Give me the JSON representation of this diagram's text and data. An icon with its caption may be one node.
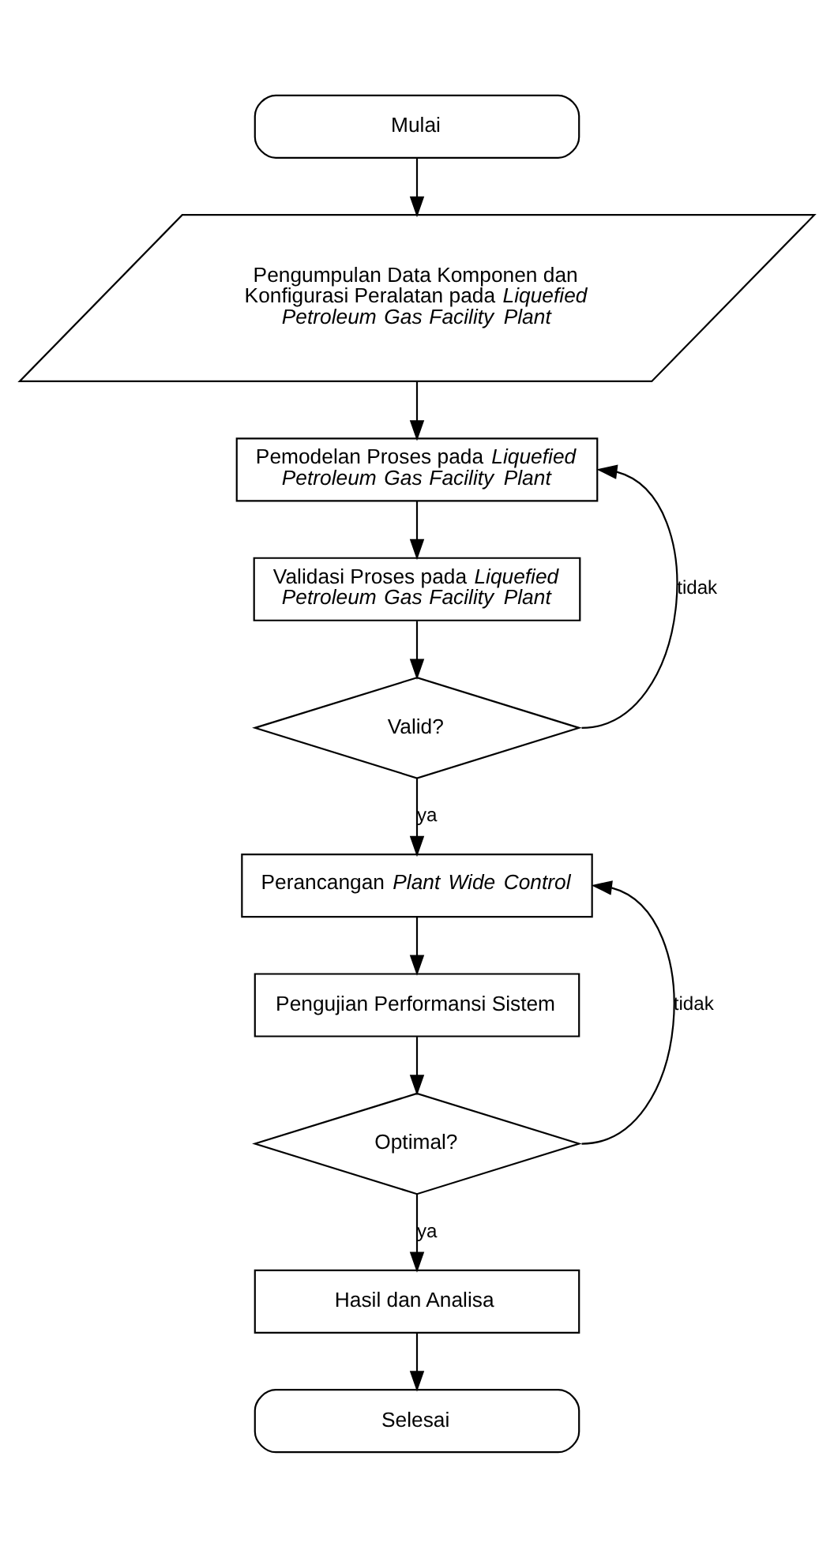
{
  "diagram": {
    "nodes": [
      {
        "text": [
          "Mulai"
        ]
      },
      {
        "text": [
          "Pengumpulan Data Komponen dan Konfigurasi Peralatan pada *Liquefied Petroleum Gas Facility Plant*"
        ]
      },
      {
        "text": [
          "Pemodelan Proses pada *Liquefied Petroleum Gas Facility Plant*"
        ]
      },
      {
        "text": [
          "Validasi Proses pada *Liquefied Petroleum Gas Facility Plant*"
        ]
      },
      {
        "text": [
          "Valid?"
        ]
      },
      {
        "text": [
          "Perancangan *Plant Wide Control*"
        ]
      },
      {
        "text": [
          "Pengujian Performansi Sistem"
        ]
      },
      {
        "text": [
          "Optimal?"
        ]
      },
      {
        "text": [
          "Hasil dan Analisa"
        ]
      },
      {
        "text": [
          "Selesai"
        ]
      }
    ],
    "edges": [
      {
        "from": 0,
        "to": 1,
        "arrow": "to"
      },
      {
        "from": 1,
        "to": 2,
        "arrow": "to"
      },
      {
        "from": 2,
        "to": 3,
        "arrow": "to"
      },
      {
        "from": 3,
        "to": 4,
        "arrow": "to"
      },
      {
        "from": 4,
        "to": 2,
        "arrow": "to",
        "label": "tidak"
      },
      {
        "from": 4,
        "to": 5,
        "arrow": "to",
        "label": "ya"
      },
      {
        "from": 5,
        "to": 6,
        "arrow": "to"
      },
      {
        "from": 6,
        "to": 7,
        "arrow": "to"
      },
      {
        "from": 7,
        "to": 5,
        "arrow": "to",
        "label": "tidak"
      },
      {
        "from": 7,
        "to": 8,
        "arrow": "to",
        "label": "ya"
      },
      {
        "from": 8,
        "to": 9,
        "arrow": "to"
      }
    ]
  }
}
